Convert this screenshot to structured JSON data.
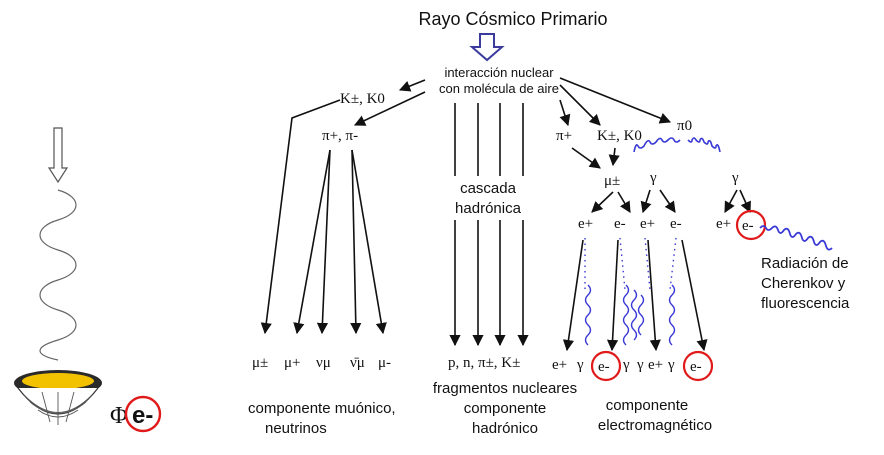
{
  "title": "Rayo Cósmico Primario",
  "interaction": [
    "interacción nuclear",
    "con molécula de aire"
  ],
  "nodes": {
    "kaon_left": "K±, K0",
    "pions_left": "π+, π-",
    "hadronic_cascade": [
      "cascada",
      "hadrónica"
    ],
    "pi_plus": "π+",
    "kaon_right": "K±, K0",
    "pi_zero": "π0",
    "muon": "μ±",
    "gamma_mid": "γ",
    "gamma_right": "γ",
    "e_plus_1": "e+",
    "e_minus_1": "e-",
    "e_plus_2": "e+",
    "e_minus_2": "e-",
    "e_plus_3": "e+",
    "e_minus_3": "e-"
  },
  "bottom_muonic": [
    "μ±",
    "μ+",
    "νμ",
    "ν̄μ",
    "μ-"
  ],
  "bottom_hadronic": "p, n, π±, K±",
  "bottom_em": [
    "e+",
    "γ",
    "e-",
    "γ",
    "γ",
    "e+",
    "γ",
    "e-"
  ],
  "radiation": [
    "Radiación de",
    "Cherenkov y",
    "fluorescencia"
  ],
  "captions": {
    "muonic": [
      "componente muónico,",
      "neutrinos"
    ],
    "hadronic": [
      "fragmentos nucleares",
      "componente",
      "hadrónico"
    ],
    "em": [
      "componente",
      "electromagnético"
    ]
  },
  "detector_label": "Φ",
  "detector_particle": "e-",
  "colors": {
    "arrow": "#111111",
    "wave": "#3a3ad6",
    "highlight": "#e01a1a",
    "title_arrow": "#3b3b9e",
    "detector_fill": "#f2c200"
  }
}
